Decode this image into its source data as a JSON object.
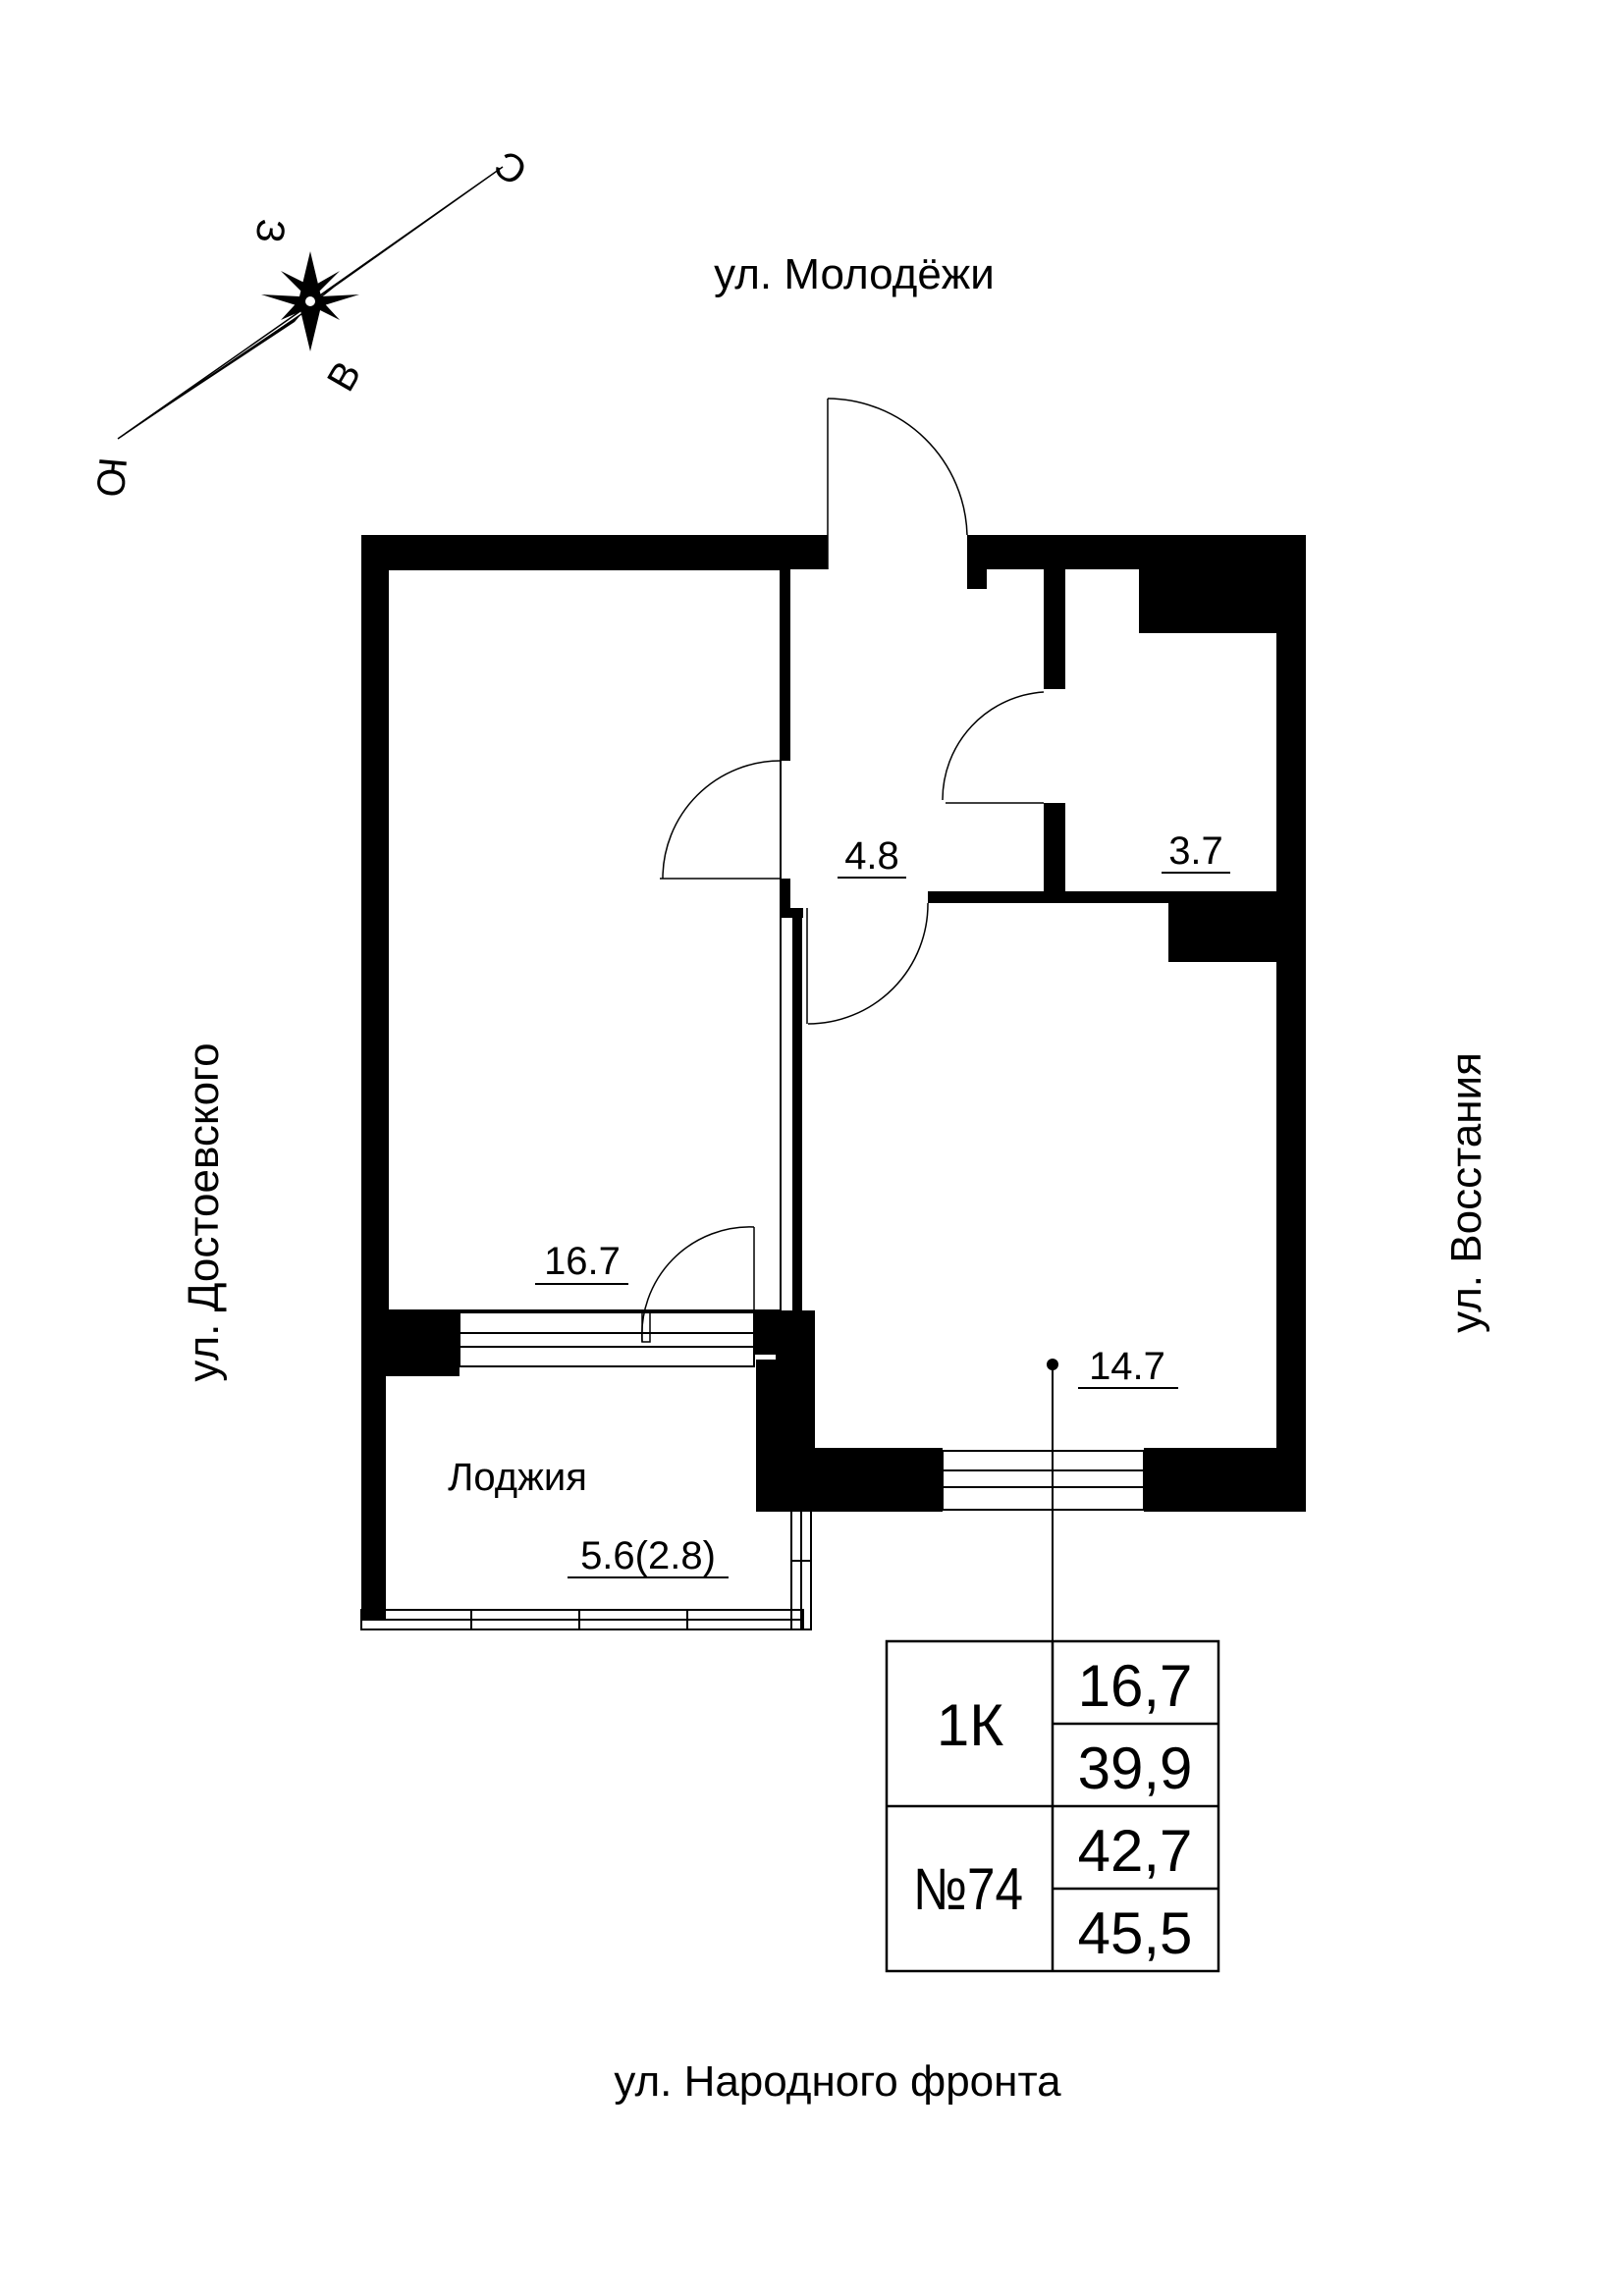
{
  "streets": {
    "north": "ул. Молодёжи",
    "west": "ул. Достоевского",
    "east": "ул. Восстания",
    "south": "ул. Народного фронта"
  },
  "compass": {
    "north": "С",
    "south": "Ю",
    "west": "З",
    "east": "В"
  },
  "rooms": {
    "living_room_area": "16.7",
    "hall_area": "4.8",
    "bathroom_area": "3.7",
    "kitchen_area": "14.7",
    "loggia_label": "Лоджия",
    "loggia_area": "5.6(2.8)"
  },
  "summary": {
    "type": "1К",
    "number": "№74",
    "living_area": "16,7",
    "area_without_loggia": "39,9",
    "area_reduced_loggia": "42,7",
    "area_total": "45,5"
  }
}
